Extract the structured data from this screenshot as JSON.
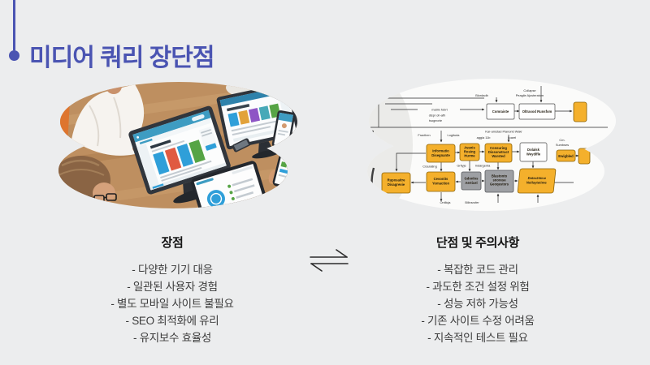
{
  "slide": {
    "title": "미디어 쿼리 장단점"
  },
  "pros": {
    "heading": "장점",
    "items": [
      "- 다양한 기기 대응",
      "- 일관된 사용자 경험",
      "- 별도 모바일 사이트 불필요",
      "- SEO 최적화에 유리",
      "- 유지보수 효율성"
    ]
  },
  "cons": {
    "heading": "단점 및 주의사항",
    "items": [
      "- 복잡한 코드 관리",
      "- 과도한 조건 설정 위험",
      "- 성능 저하 가능성",
      "- 기존 사이트 수정 어려움",
      "- 지속적인 테스트 필요"
    ]
  },
  "colors": {
    "accent": "#4A54B2",
    "background": "#ECEDEE",
    "body_text": "#3B3B3B",
    "flow_yellow": "#F4B02C",
    "flow_gray": "#9EA0A4"
  },
  "left_image": {
    "alt": "모니터·태블릿·스마트폰으로 반응형 웹사이트를 확인하는 팀 사진"
  },
  "right_image": {
    "alt": "미디어 쿼리 처리 흐름 플로우차트 일러스트",
    "flowchart": {
      "nodes": {
        "comraiste": {
          "l1": "Comraiste"
        },
        "oltrasod": {
          "l1": "Oltrasod Runsfom"
        },
        "informatio": {
          "l1": "Informatio",
          "l2": "Disegnante"
        },
        "avanis": {
          "l1": "Avanis",
          "l2": "Rosing",
          "l3": "Hurme"
        },
        "consuring": {
          "l1": "Consuring",
          "l2": "Dissonstract",
          "l3": "Warsted"
        },
        "dolalsk": {
          "l1": "Dolalsk",
          "l2": "Weydifle"
        },
        "ewigbled": {
          "l1": "Ewigbled"
        },
        "ruposaitre": {
          "l1": "Ruposaitre",
          "l2": "Disagrevie"
        },
        "cesonits": {
          "l1": "Cesonits",
          "l2": "Yomaction"
        },
        "gdonlos": {
          "l1": "Gdonlos",
          "l2": "Aerticel"
        },
        "blastonto": {
          "l1": "Blastonto",
          "l2": "snorese",
          "l3": "Geoqestors"
        },
        "detechhice": {
          "l1": "Detechhice",
          "l2": "Nollaytetime"
        }
      },
      "labels": {
        "blordadb": "Blordadb",
        "collapse1": "Collapse",
        "collapse2": "Peagile Ajusteratom",
        "matrix": "matrix fobrt",
        "dispr": "dispr oh-afh",
        "tsogeorie": "tsogeorie",
        "fraxthen": "Fraxthen",
        "logituda": "Logituda",
        "karamstad": "Kar-amstad Planorid Wakr",
        "aggia": "aggia 11b",
        "lcarel": "Lcarel",
        "cm1": "Cm.",
        "cm2": "Sumbses",
        "crsulating": "Crsulating",
        "grityje": "Grityje",
        "indargenta": "Indargenta",
        "ontlicja": "Ontlicja",
        "bilinsrofer": "Bilinsrofer"
      }
    }
  }
}
